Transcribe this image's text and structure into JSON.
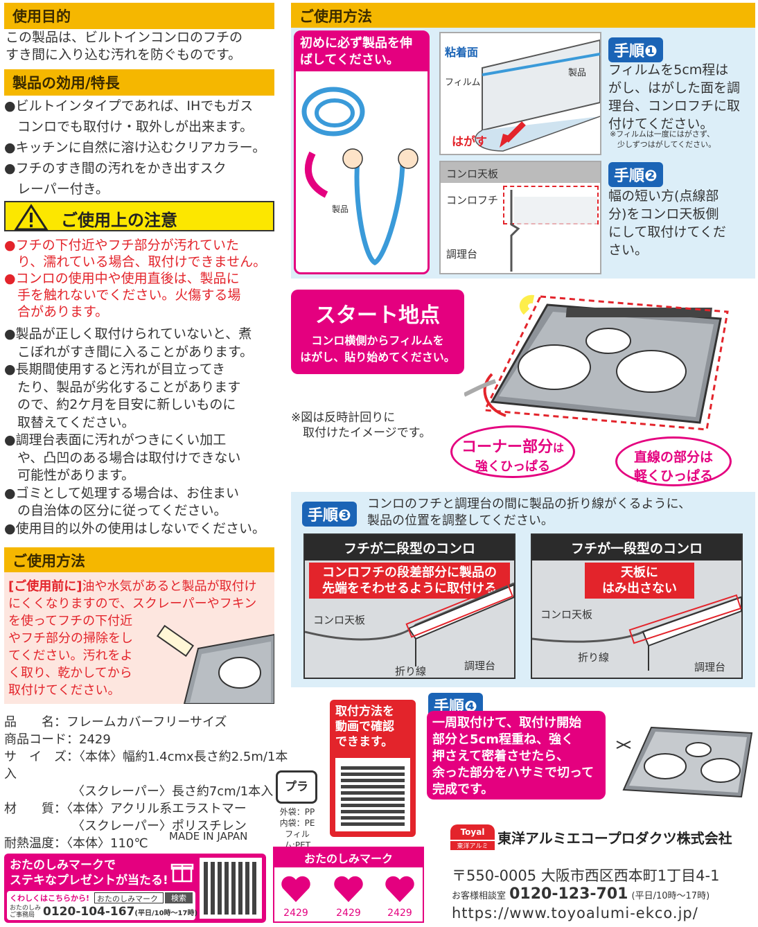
{
  "purpose": {
    "title": "使用目的",
    "text": [
      "この製品は、ビルトインコンロのフチの",
      "すき間に入り込む汚れを防ぐものです。"
    ]
  },
  "features": {
    "title": "製品の効用/特長",
    "items": [
      "●ビルトインタイプであれば、IHでもガス",
      "　コンロでも取付け・取外しが出来ます。",
      "●キッチンに自然に溶け込むクリアカラー。",
      "●フチのすき間の汚れをかき出すスク",
      "　レーパー付き。"
    ]
  },
  "caution": {
    "title": "ご使用上の注意",
    "red_items": [
      "●フチの下付近やフチ部分が汚れていた",
      "　り、濡れている場合、取付けできません。",
      "●コンロの使用中や使用直後は、製品に",
      "　手を触れないでください。火傷する場",
      "　合があります。"
    ],
    "items": [
      "●製品が正しく取付けられていないと、煮",
      "　こぼれがすき間に入ることがあります。",
      "●長期間使用すると汚れが目立ってき",
      "　たり、製品が劣化することがあります",
      "　ので、約2ケ月を目安に新しいものに",
      "　取替えてください。",
      "●調理台表面に汚れがつきにくい加工",
      "　や、凸凹のある場合は取付けできない",
      "　可能性があります。",
      "●ゴミとして処理する場合は、お住まい",
      "　の自治体の区分に従ってください。",
      "●使用目的以外の使用はしないでください。"
    ]
  },
  "usage_left": {
    "title": "ご使用方法",
    "before_label": "[ご使用前に]",
    "lines": [
      "油や水気があると製品が取付け",
      "にくくなりますので、スクレーパーやフキン",
      "を使ってフチの下付近",
      "やフチ部分の掃除をし",
      "てください。汚れをよ",
      "く取り、乾かしてから",
      "取付けてください。"
    ]
  },
  "specs": {
    "rows": [
      {
        "k": "品　　名",
        "v": "フレームカバーフリーサイズ"
      },
      {
        "k": "商品コード",
        "v": "2429"
      },
      {
        "k": "サ　イ　ズ",
        "v": "〈本体〉幅約1.4cmx長さ約2.5m/1本入"
      },
      {
        "k": "",
        "v": "〈スクレーパー〉長さ約7cm/1本入"
      },
      {
        "k": "材　　質",
        "v": "〈本体〉アクリル系エラストマー"
      },
      {
        "k": "",
        "v": "〈スクレーパー〉ポリスチレン"
      },
      {
        "k": "耐熱温度",
        "v": "〈本体〉110℃"
      }
    ],
    "made_in": "MADE IN JAPAN",
    "recycle_mark": "プラ",
    "materials": [
      "外袋：PP",
      "内袋：PE",
      "フィルム:PET"
    ]
  },
  "usage_right": {
    "title": "ご使用方法",
    "stretch": "初めに必ず製品を伸ばしてください。",
    "stretch_label": "製品",
    "peel_labels": {
      "sticky": "粘着面",
      "film": "フィルム",
      "product": "製品",
      "peel": "はがす"
    },
    "step1": {
      "badge": "手順❶",
      "lines": [
        "フィルムを5cm程は",
        "がし、はがした面を調",
        "理台、コンロフチに取",
        "付けてください。"
      ],
      "note": [
        "※フィルムは一度にはがさず、",
        "　少しずつはがしてください。"
      ]
    },
    "cross_labels": {
      "top": "コンロ天板",
      "rim": "コンロフチ",
      "counter": "調理台"
    },
    "step2": {
      "badge": "手順❷",
      "lines": [
        "幅の短い方(点線部",
        "分)をコンロ天板側",
        "にして取付けてくだ",
        "さい。"
      ]
    },
    "start": {
      "title": "スタート地点",
      "lines": [
        "コンロ横側からフィルムを",
        "はがし、貼り始めてください。"
      ]
    },
    "counter_note": [
      "※図は反時計回りに",
      "　取付けたイメージです。"
    ],
    "corner": {
      "big": "コーナー部分",
      "small": "は",
      "line2": "強くひっぱる"
    },
    "straight": {
      "line1": "直線の部分は",
      "line2": "軽くひっぱる"
    },
    "step3": {
      "badge": "手順❸",
      "lines": [
        "コンロのフチと調理台の間に製品の折り線がくるように、",
        "製品の位置を調整してください。"
      ]
    },
    "two_step": {
      "title": "フチが二段型のコンロ",
      "caption": [
        "コンロフチの段差部分に製品の",
        "先端をそわせるように取付ける"
      ],
      "labels": {
        "top": "コンロ天板",
        "fold": "折り線",
        "counter": "調理台"
      }
    },
    "one_step": {
      "title": "フチが一段型のコンロ",
      "caption": [
        "天板に",
        "はみ出さない"
      ],
      "labels": {
        "top": "コンロ天板",
        "fold": "折り線",
        "counter": "調理台"
      }
    },
    "video": [
      "取付方法を",
      "動画で確認",
      "できます。"
    ],
    "step4": {
      "badge": "手順❹",
      "lines": [
        "一周取付けて、取付け開始",
        "部分と5cm程重ね、強く",
        "押さえて密着させたら、",
        "余った部分をハサミで切って",
        "完成です。"
      ]
    }
  },
  "company": {
    "logo": "Toyal",
    "logo_sub": "東洋アルミ",
    "name": "東洋アルミエコープロダクツ株式会社",
    "address": "〒550-0005 大阪市西区西本町1丁目4-1",
    "tel_label": "お客様相談室",
    "tel": "0120-123-701",
    "hours": "(平日/10時〜17時)",
    "url": "https://www.toyoalumi-ekco.jp/"
  },
  "otanoshimi": {
    "banner": [
      "おたのしみマークで",
      "ステキなプレゼントが当たる!"
    ],
    "more": "くわしくはこちらから!",
    "search_box": "おたのしみマーク",
    "search_btn": "検索",
    "small": [
      "おたのしみ",
      "ご事務局"
    ],
    "tel": "0120-104-167",
    "hours": "(平日/10時〜17時)",
    "mark_title": "おたのしみマーク",
    "codes": [
      "2429",
      "2429",
      "2429"
    ]
  }
}
